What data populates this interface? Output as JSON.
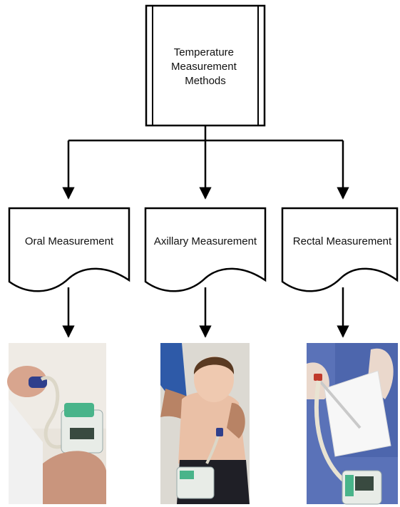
{
  "root": {
    "lines": [
      "Temperature",
      "Measurement",
      "Methods"
    ]
  },
  "methods": [
    {
      "label": "Oral Measurement",
      "photo_icon": "oral-thermometer-photo"
    },
    {
      "label": "Axillary Measurement",
      "photo_icon": "axillary-thermometer-photo"
    },
    {
      "label": "Rectal Measurement",
      "photo_icon": "rectal-thermometer-photo"
    }
  ],
  "colors": {
    "line": "#000000",
    "background": "#ffffff"
  }
}
